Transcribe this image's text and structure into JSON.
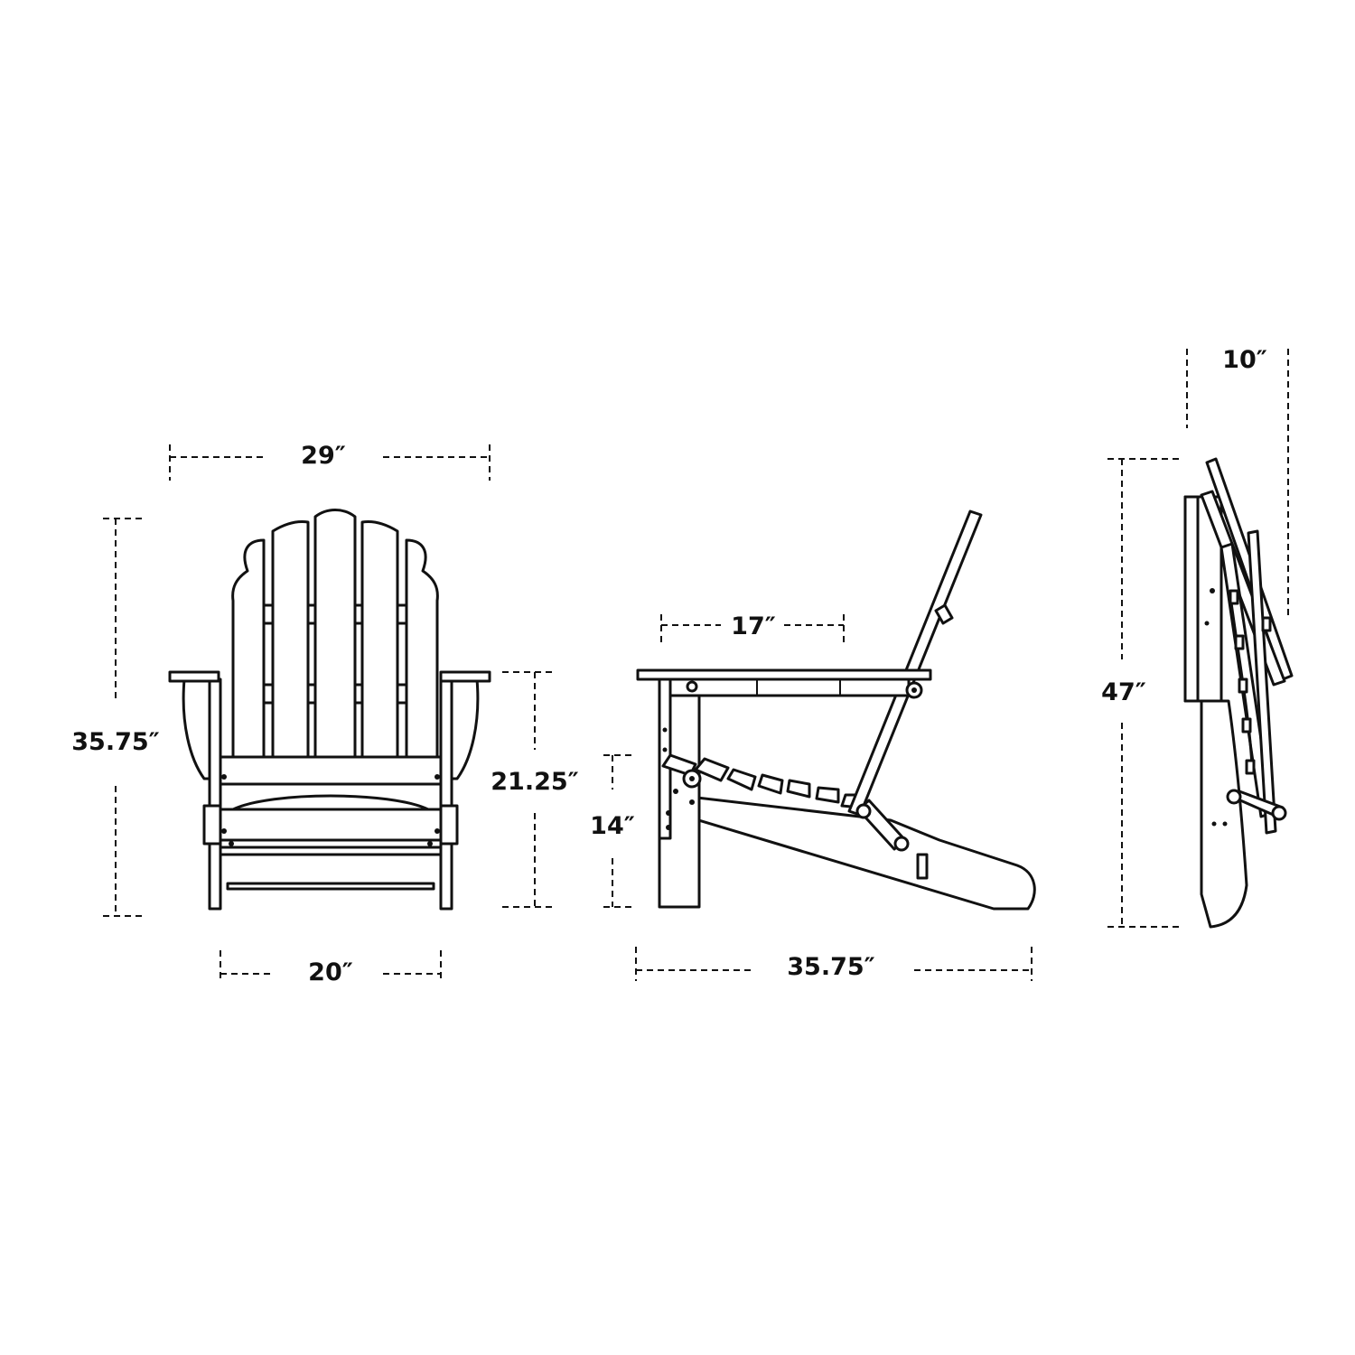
{
  "dimensions": {
    "front_width": "29″",
    "front_height": "35.75″",
    "front_arm_height": "21.25″",
    "front_seat_width": "20″",
    "side_seat_depth": "17″",
    "side_seat_height": "14″",
    "side_depth": "35.75″",
    "folded_depth": "10″",
    "folded_height": "47″"
  },
  "colors": {
    "line": "#111111",
    "background": "#ffffff"
  }
}
